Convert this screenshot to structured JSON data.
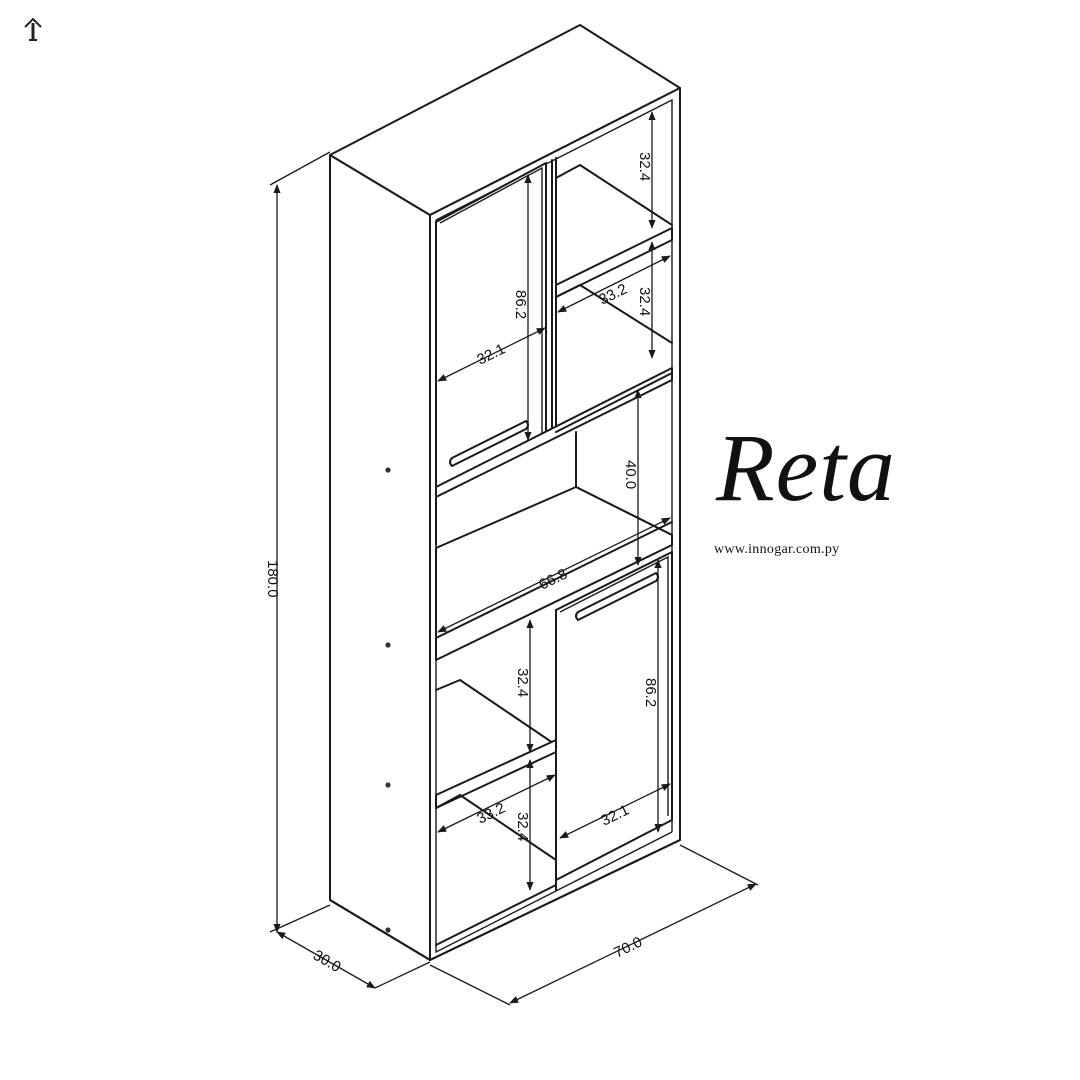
{
  "product": {
    "name": "Reta",
    "website": "www.innogar.com.py"
  },
  "dimensions": {
    "overall_height": "180.0",
    "overall_width": "70.0",
    "overall_depth": "30.0",
    "upper_door_height": "86.2",
    "upper_door_width": "32.1",
    "upper_right_top_niche_height": "32.4",
    "upper_right_second_niche_height": "32.4",
    "upper_right_niche_width": "33.2",
    "central_opening_height": "40.0",
    "central_opening_width": "66.8",
    "lower_door_height": "86.2",
    "lower_door_width": "32.1",
    "lower_left_top_niche_height": "32.4",
    "lower_left_bottom_niche_height": "32.4",
    "lower_left_niche_width": "33.2"
  },
  "icons": {
    "corner": "home-arrow-icon"
  }
}
